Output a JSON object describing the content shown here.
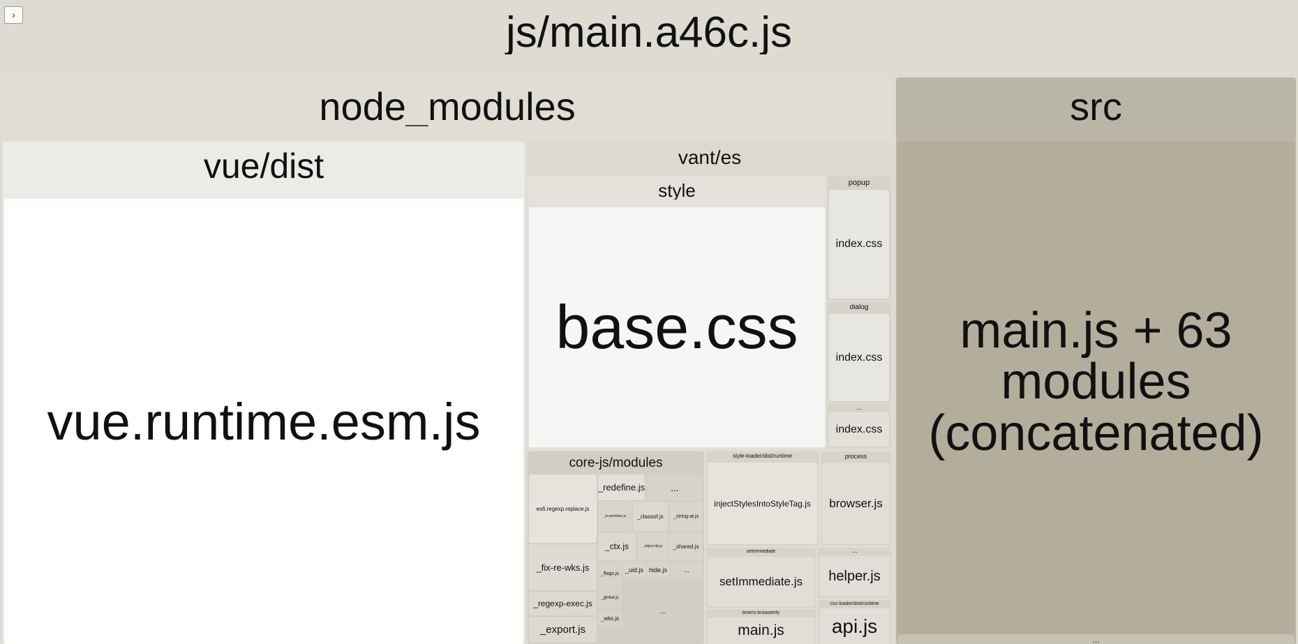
{
  "toggle": {
    "icon": "chevron-right-icon",
    "glyph": "›"
  },
  "root": {
    "label": "js/main.a46c.js"
  },
  "node_modules": {
    "label": "node_modules"
  },
  "vue_dist": {
    "label": "vue/dist",
    "file": "vue.runtime.esm.js"
  },
  "vant": {
    "label": "vant/es",
    "style": {
      "label": "style",
      "file": "base.css"
    },
    "popup": {
      "label": "popup",
      "file": "index.css"
    },
    "dialog": {
      "label": "dialog",
      "file": "index.css"
    },
    "more": {
      "label": "...",
      "file": "index.css"
    }
  },
  "corejs": {
    "label": "core-js/modules",
    "files": {
      "replace": "es6.regexp.replace.js",
      "redefine": "_redefine.js",
      "more1": "...",
      "toprim": "_to-primitive.js",
      "classof": "_classof.js",
      "stringat": "_string-at.js",
      "ctx": "_ctx.js",
      "objdp": "_object-dp.js",
      "shared": "_shared.js",
      "fixre": "_fix-re-wks.js",
      "flags": "_flags.js",
      "uid": "_uid.js",
      "hide": "hide.js",
      "more2": "...",
      "global": "_global.js",
      "regexpexec": "_regexp-exec.js",
      "wks": "_wks.js",
      "export": "_export.js",
      "dots": "..."
    }
  },
  "styleloader": {
    "label": "style-loader/dist/runtime",
    "file": "injectStylesIntoStyleTag.js"
  },
  "process": {
    "label": "process",
    "file": "browser.js"
  },
  "setimmediate": {
    "label": "setimmediate",
    "file": "setImmediate.js"
  },
  "misc": {
    "label": "...",
    "file": "helper.js"
  },
  "timers": {
    "label": "timers-browserify",
    "file": "main.js"
  },
  "cssloader": {
    "label": "css-loader/dist/runtime",
    "file": "api.js"
  },
  "src": {
    "label": "src",
    "file": "main.js + 63 modules (concatenated)",
    "more": "..."
  }
}
